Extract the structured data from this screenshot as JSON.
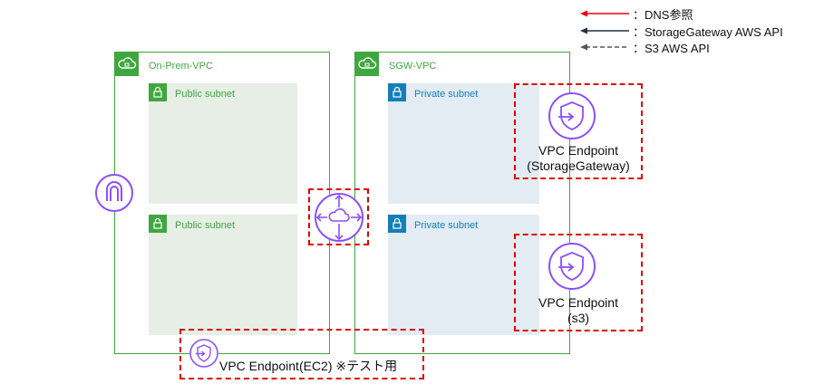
{
  "legend": {
    "items": [
      {
        "text": "：DNS参照",
        "line_color": "#e8001c",
        "style": "solid"
      },
      {
        "text": "：StorageGateway AWS API",
        "line_color": "#232f3e",
        "style": "solid"
      },
      {
        "text": "：S3 AWS API",
        "line_color": "#555555",
        "style": "dashed"
      }
    ]
  },
  "vpcs": {
    "onprem": {
      "title": "On-Prem-VPC",
      "icon": "vpc-cloud-icon"
    },
    "sgw": {
      "title": "SGW-VPC",
      "icon": "vpc-cloud-icon"
    }
  },
  "subnets": {
    "onprem_public_1": "Public subnet",
    "onprem_public_2": "Public subnet",
    "sgw_private_1": "Private subnet",
    "sgw_private_2": "Private subnet"
  },
  "endpoints": {
    "storage_gateway": {
      "line1": "VPC Endpoint",
      "line2": "(StorageGateway)",
      "icon": "vpc-endpoint-icon"
    },
    "s3": {
      "line1": "VPC Endpoint",
      "line2": "(s3)",
      "icon": "vpc-endpoint-icon"
    },
    "ec2": {
      "label": "VPC Endpoint(EC2) ※テスト用",
      "icon": "vpc-endpoint-icon"
    }
  },
  "icons": {
    "internet_gateway": "internet-gateway-icon",
    "transit": "transit-gateway-icon"
  },
  "colors": {
    "vpc_green": "#3fa73f",
    "private_blue": "#147eba",
    "purple": "#8c4fff",
    "highlight_red": "#e00000"
  }
}
